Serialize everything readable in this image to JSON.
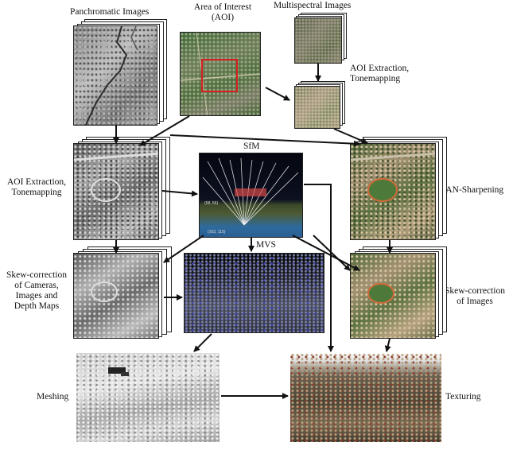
{
  "labels": {
    "panchromatic": "Panchromatic Images",
    "aoi_line1": "Area of Interest",
    "aoi_line2": "(AOI)",
    "multispectral": "Multispectral Images",
    "ms_extract_line1": "AOI Extraction,",
    "ms_extract_line2": "Tonemapping",
    "pan_extract_line1": "AOI Extraction,",
    "pan_extract_line2": "Tonemapping",
    "sfm": "SfM",
    "pan_sharpening": "PAN-Sharpening",
    "mvs": "MVS",
    "skew_left_line1": "Skew-correction",
    "skew_left_line2": "of Cameras,",
    "skew_left_line3": "Images and",
    "skew_left_line4": "Depth Maps",
    "skew_right_line1": "Skew-correction",
    "skew_right_line2": "of Images",
    "meshing": "Meshing",
    "texturing": "Texturing"
  },
  "colors": {
    "aoi_box": "#d62020",
    "arrow": "#111111"
  }
}
